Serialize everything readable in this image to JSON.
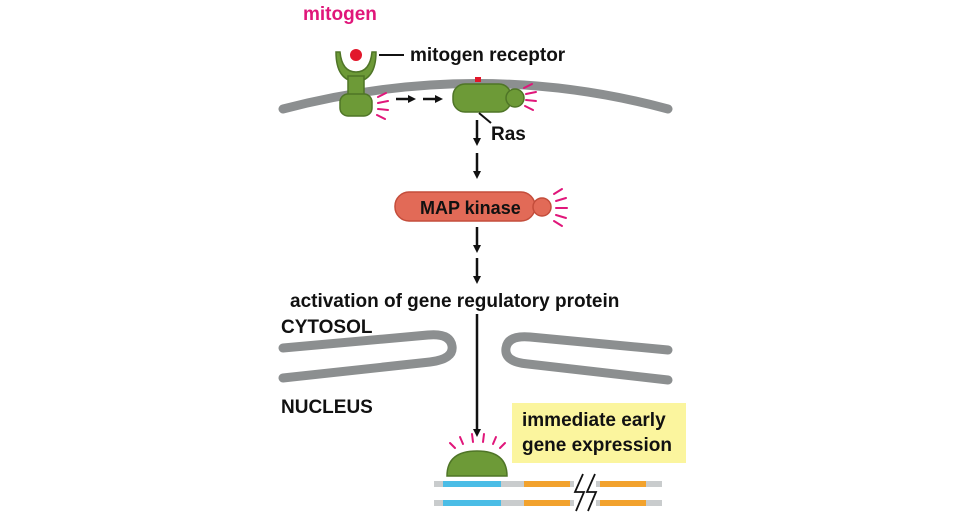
{
  "labels": {
    "mitogen": "mitogen",
    "mitogen_receptor": "mitogen receptor",
    "ras": "Ras",
    "map_kinase": "MAP kinase",
    "activation": "activation of gene regulatory protein",
    "cytosol": "CYTOSOL",
    "nucleus": "NUCLEUS",
    "expression_line1": "immediate early",
    "expression_line2": "gene expression"
  },
  "colors": {
    "mitogen": "#e0167a",
    "mitogen_dot": "#e2172b",
    "receptor_green": "#6d9a37",
    "receptor_green_dark": "#4f7527",
    "membrane_gray": "#8c8f90",
    "kinase_red": "#e26a57",
    "kinase_red_dark": "#c44d3b",
    "activity_rays": "#e0167a",
    "callout_bg": "#fbf59e",
    "dna_blue": "#4bbde6",
    "dna_orange": "#f2a22d",
    "dna_gray": "#c9cccd"
  }
}
